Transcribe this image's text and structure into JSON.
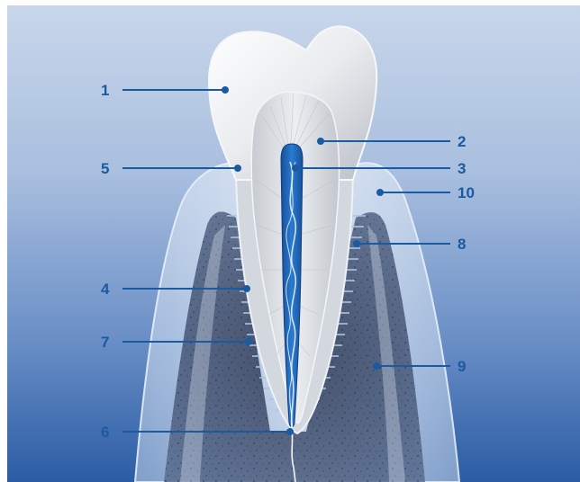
{
  "colors": {
    "background_top": "#c3d2e7",
    "background_bottom": "#2e5fa6",
    "label_color": "#1a5aa0",
    "pulp_color": "#1e64b4"
  },
  "labels": {
    "l1": "1",
    "l2": "2",
    "l3": "3",
    "l4": "4",
    "l5": "5",
    "l6": "6",
    "l7": "7",
    "l8": "8",
    "l9": "9",
    "l10": "10"
  }
}
